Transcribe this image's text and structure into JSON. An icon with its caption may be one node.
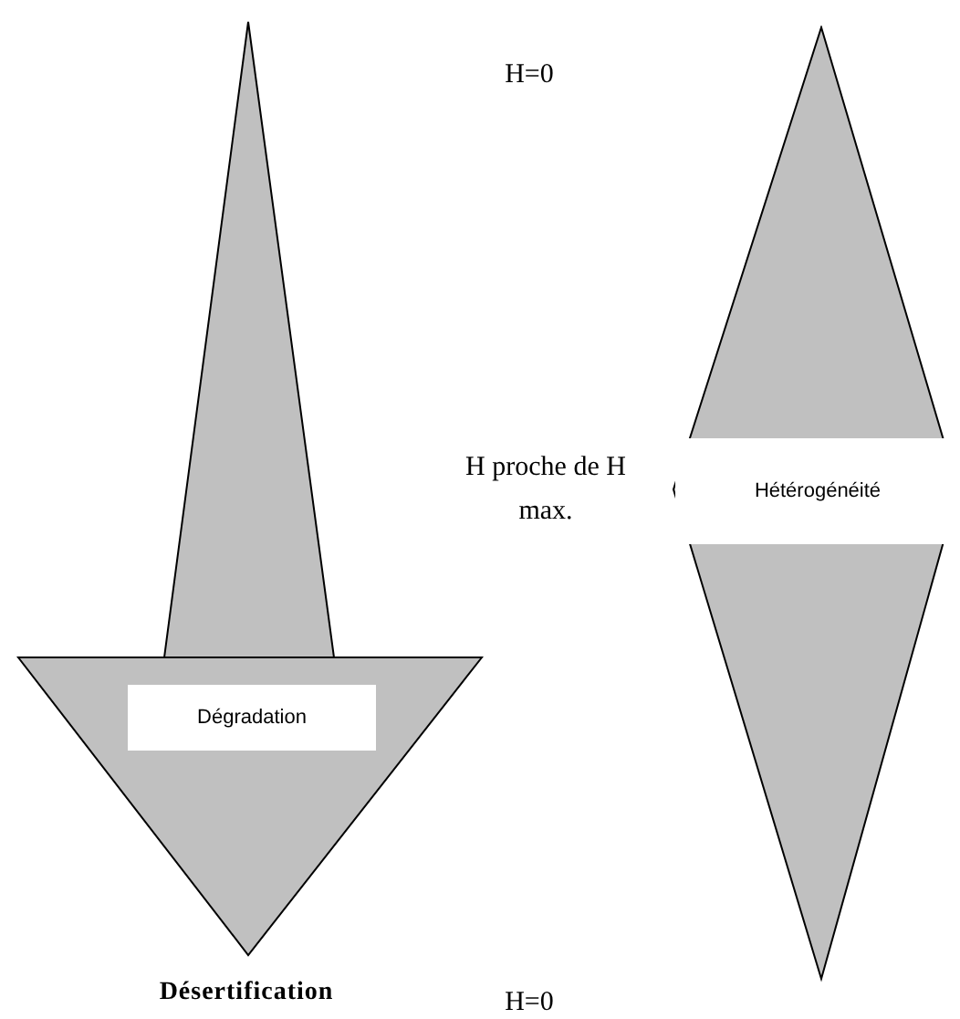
{
  "diagram": {
    "nodes": [
      {
        "text": [
          "Dégradation"
        ],
        "beside": [
          "Désertification"
        ]
      },
      {
        "text": [
          "Hétérogénéité"
        ]
      }
    ],
    "labels": [
      "H=0",
      "H proche de H max.",
      "H=0"
    ]
  }
}
